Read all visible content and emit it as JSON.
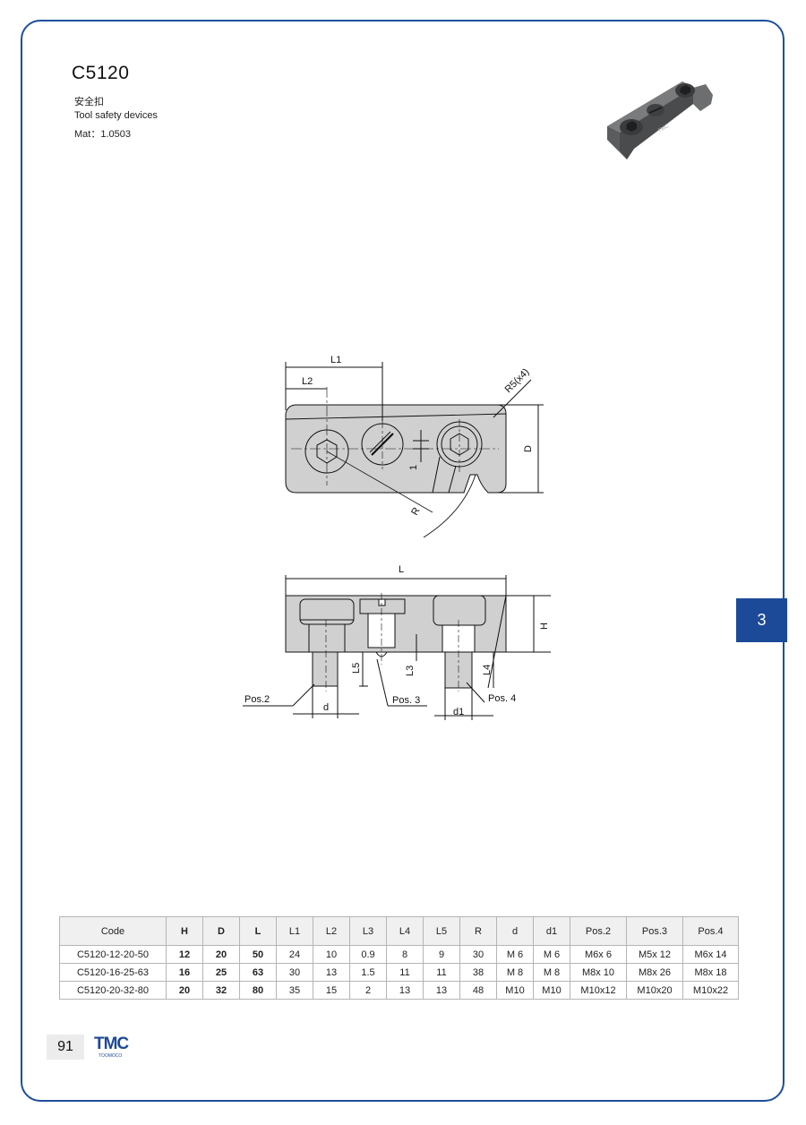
{
  "header": {
    "code": "C5120",
    "name_cn": "安全扣",
    "name_en": "Tool safety devices",
    "material": "Mat：1.0503"
  },
  "side_tab": "3",
  "drawing": {
    "labels": {
      "L1": "L1",
      "L2": "L2",
      "R5": "R5(x4)",
      "D": "D",
      "one": "1",
      "R": "R",
      "L": "L",
      "H": "H",
      "L5": "L5",
      "L3": "L3",
      "L4": "L4",
      "pos2": "Pos.2",
      "pos3": "Pos. 3",
      "pos4": "Pos. 4",
      "d": "d",
      "d1": "d1"
    }
  },
  "product_image": {
    "brand_text": "TMC"
  },
  "table": {
    "headers": [
      "Code",
      "H",
      "D",
      "L",
      "L1",
      "L2",
      "L3",
      "L4",
      "L5",
      "R",
      "d",
      "d1",
      "Pos.2",
      "Pos.3",
      "Pos.4"
    ],
    "rows": [
      [
        "C5120-12-20-50",
        "12",
        "20",
        "50",
        "24",
        "10",
        "0.9",
        "8",
        "9",
        "30",
        "M 6",
        "M 6",
        "M6x  6",
        "M5x 12",
        "M6x 14"
      ],
      [
        "C5120-16-25-63",
        "16",
        "25",
        "63",
        "30",
        "13",
        "1.5",
        "11",
        "11",
        "38",
        "M 8",
        "M 8",
        "M8x 10",
        "M8x 26",
        "M8x 18"
      ],
      [
        "C5120-20-32-80",
        "20",
        "32",
        "80",
        "35",
        "15",
        "2",
        "13",
        "13",
        "48",
        "M10",
        "M10",
        "M10x12",
        "M10x20",
        "M10x22"
      ]
    ]
  },
  "footer": {
    "page_number": "91",
    "logo_text": "TMC",
    "logo_sub": "TOOMOCO"
  },
  "colors": {
    "accent": "#1c4a98",
    "frame": "#1d4f9c",
    "part": "#d0d0d0"
  }
}
